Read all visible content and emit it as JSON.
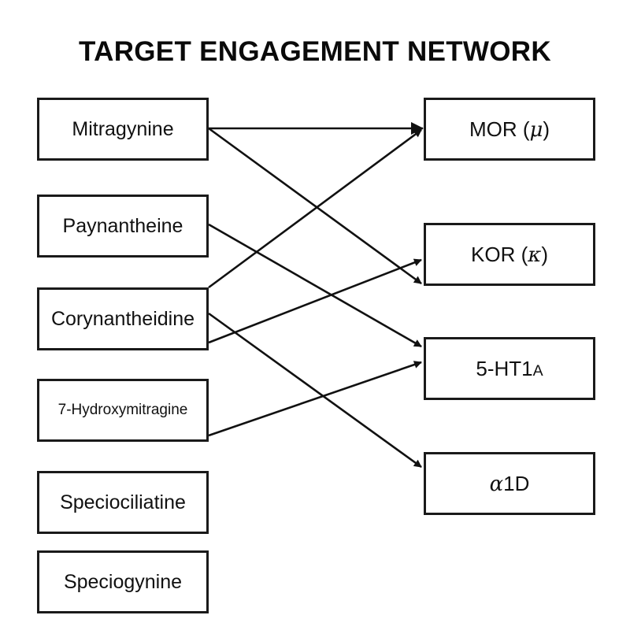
{
  "title": "TARGET ENGAGEMENT NETWORK",
  "sources": [
    {
      "id": "mitragynine",
      "label": "Mitragynine"
    },
    {
      "id": "paynantheine",
      "label": "Paynantheine"
    },
    {
      "id": "corynantheidine",
      "label": "Corynantheidine"
    },
    {
      "id": "hydroxymitragine",
      "label": "7-Hydroxymitragine"
    },
    {
      "id": "speciociliatine",
      "label": "Speciociliatine"
    },
    {
      "id": "speciogynine",
      "label": "Speciogynine"
    }
  ],
  "targets": [
    {
      "id": "mor",
      "label_main": "MOR (",
      "label_greek": "μ",
      "label_end": ")"
    },
    {
      "id": "kor",
      "label_main": "KOR (",
      "label_greek": "κ",
      "label_end": ")"
    },
    {
      "id": "ht1a",
      "label_main": "5-HT1",
      "label_sub": "A"
    },
    {
      "id": "a1d",
      "label_greek": "α",
      "label_main": "1D"
    }
  ],
  "edges": [
    {
      "from": "mitragynine",
      "to": "mor"
    },
    {
      "from": "mitragynine",
      "to": "kor"
    },
    {
      "from": "paynantheine",
      "to": "ht1a"
    },
    {
      "from": "corynantheidine",
      "to": "mor"
    },
    {
      "from": "corynantheidine",
      "to": "kor"
    },
    {
      "from": "corynantheidine",
      "to": "a1d"
    },
    {
      "from": "hydroxymitragine",
      "to": "ht1a"
    }
  ],
  "colors": {
    "stroke": "#111111",
    "background": "#ffffff"
  }
}
